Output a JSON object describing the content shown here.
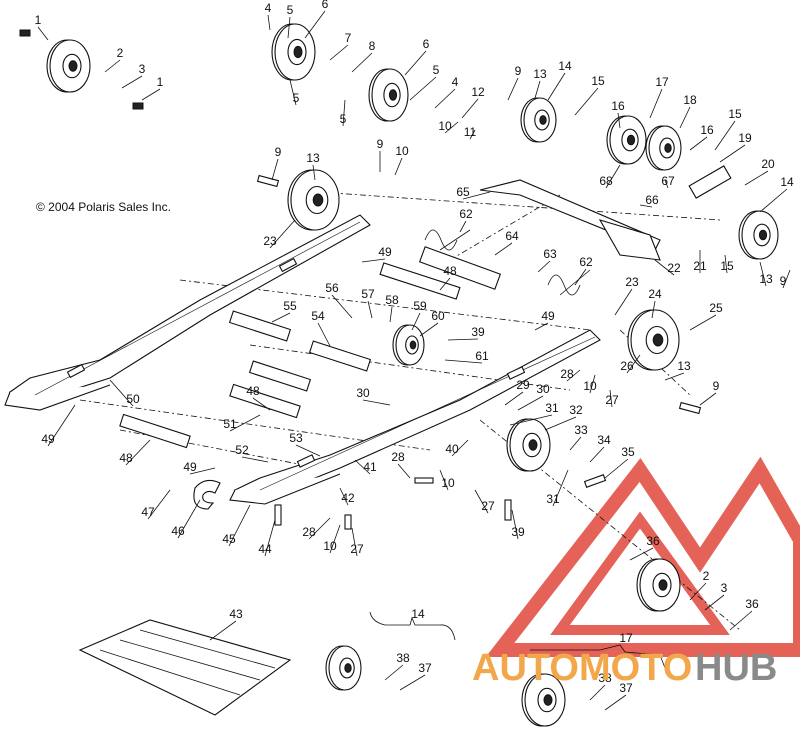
{
  "copyright": "© 2004 Polaris Sales Inc.",
  "watermark": {
    "part1": "AUTOMOTO",
    "part2": "HUB",
    "color_orange": "#f2a74a",
    "color_grey": "#8a8a8a",
    "color_logo_red": "#e0473a"
  },
  "callouts": {
    "c1a": "1",
    "c1b": "1",
    "c2": "2",
    "c3": "3",
    "c4a": "4",
    "c5a": "5",
    "c6a": "6",
    "c7": "7",
    "c8": "8",
    "c5b": "5",
    "c5c": "5",
    "c6b": "6",
    "c5d": "5",
    "c4b": "4",
    "c9a": "9",
    "c13a": "13",
    "c14a": "14",
    "c15a": "15",
    "c12": "12",
    "c10a": "10",
    "c11": "11",
    "c16a": "16",
    "c17a": "17",
    "c18": "18",
    "c16b": "16",
    "c15b": "15",
    "c19": "19",
    "c68": "68",
    "c67": "67",
    "c20": "20",
    "c14b": "14",
    "c66": "66",
    "c65": "65",
    "c9b": "9",
    "c13b": "13",
    "c9c": "9",
    "c10b": "10",
    "c23a": "23",
    "c62a": "62",
    "c64": "64",
    "c63": "63",
    "c62b": "62",
    "c49a": "49",
    "c48a": "48",
    "c22": "22",
    "c21": "21",
    "c15c": "15",
    "c13c": "13",
    "c9d": "9",
    "c55": "55",
    "c54": "54",
    "c56": "56",
    "c57": "57",
    "c58": "58",
    "c59": "59",
    "c60": "60",
    "c39a": "39",
    "c61": "61",
    "c49b": "49",
    "c23b": "23",
    "c24": "24",
    "c25": "25",
    "c26": "26",
    "c13d": "13",
    "c9e": "9",
    "c28a": "28",
    "c10c": "10",
    "c27a": "27",
    "c50": "50",
    "c48b": "48",
    "c51": "51",
    "c30a": "30",
    "c29": "29",
    "c30b": "30",
    "c31a": "31",
    "c32": "32",
    "c33": "33",
    "c34": "34",
    "c35": "35",
    "c31b": "31",
    "c49c": "49",
    "c48c": "48",
    "c52": "52",
    "c53": "53",
    "c41": "41",
    "c40": "40",
    "c28b": "28",
    "c10d": "10",
    "c42": "42",
    "c27b": "27",
    "c39b": "39",
    "c49d": "49",
    "c47": "47",
    "c46": "46",
    "c45": "45",
    "c44": "44",
    "c28c": "28",
    "c10e": "10",
    "c27c": "27",
    "c36a": "36",
    "c2b": "2",
    "c3b": "3",
    "c36b": "36",
    "c43": "43",
    "c14c": "14",
    "c38a": "38",
    "c37a": "37",
    "c17b": "17",
    "c38b": "38",
    "c37b": "37"
  }
}
